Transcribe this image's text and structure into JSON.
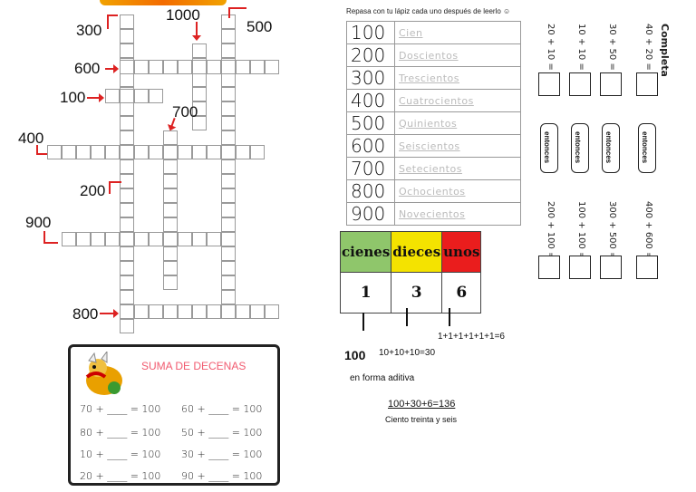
{
  "crossword": {
    "clues": [
      "300",
      "1000",
      "500",
      "600",
      "100",
      "700",
      "400",
      "200",
      "900",
      "800"
    ]
  },
  "numbers_table": {
    "instruction": "Repasa con tu lápiz cada uno después de leerlo ☺",
    "rows": [
      {
        "num": "100",
        "word": "Cien"
      },
      {
        "num": "200",
        "word": "Doscientos"
      },
      {
        "num": "300",
        "word": "Trescientos"
      },
      {
        "num": "400",
        "word": "Cuatrocientos"
      },
      {
        "num": "500",
        "word": "Quinientos"
      },
      {
        "num": "600",
        "word": "Seiscientos"
      },
      {
        "num": "700",
        "word": "Setecientos"
      },
      {
        "num": "800",
        "word": "Ochocientos"
      },
      {
        "num": "900",
        "word": "Novecientos"
      }
    ]
  },
  "place_value": {
    "headers": [
      "cienes",
      "dieces",
      "unos"
    ],
    "header_colors": [
      "#8fc66b",
      "#f4e300",
      "#ea1d1d"
    ],
    "digits": [
      "1",
      "3",
      "6"
    ],
    "hundreds": "100",
    "tens": "10+10+10=30",
    "units": "1+1+1+1+1+1=6",
    "additive_label": "en forma aditiva",
    "sum": "100+30+6=136",
    "words": "Ciento treinta y seis"
  },
  "suma_decenas": {
    "title": "SUMA DE DECENAS",
    "left": [
      "70 + ____ = 100",
      "80 + ____ = 100",
      "10 + ____ = 100",
      "20 + ____ = 100"
    ],
    "right": [
      "60 + ____ = 100",
      "50 + ____ = 100",
      "30 + ____ = 100",
      "90 + ____ = 100"
    ]
  },
  "completa": {
    "title": "Completa",
    "top": [
      "40 + 20 =",
      "30 + 50 =",
      "10 + 10 =",
      "20 + 10 ="
    ],
    "entonces": "entonces",
    "bottom": [
      "400 + 600 =",
      "300 + 500 =",
      "100 + 100 =",
      "200 + 100 ="
    ]
  }
}
